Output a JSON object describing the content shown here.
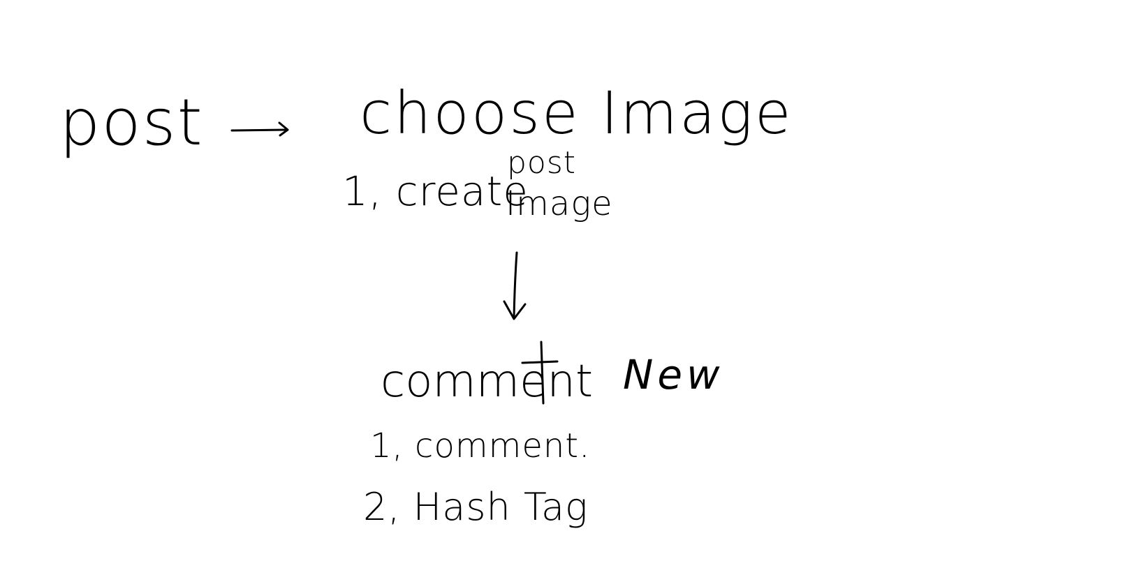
{
  "diagram": {
    "nodes": {
      "post": "post",
      "choose_image": "choose Image",
      "comment": "comment"
    },
    "choose_image_items": {
      "item_1": "1, create",
      "item_1_sub_top": "post",
      "item_1_sub_bottom": "Image"
    },
    "comment_items": {
      "item_1": "1, comment.",
      "item_2": "2, Hash Tag"
    },
    "annotations": {
      "new": "New"
    },
    "edges": [
      {
        "from": "post",
        "to": "choose_image"
      },
      {
        "from": "choose_image",
        "to": "comment"
      }
    ],
    "colors": {
      "ink": "#000000",
      "background": "#ffffff"
    }
  }
}
